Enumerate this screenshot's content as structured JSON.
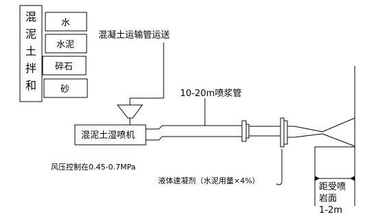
{
  "mixer": {
    "label_chars": [
      "混",
      "泥",
      "土",
      "拌",
      "和"
    ],
    "materials": [
      "水",
      "水泥",
      "碎石",
      "砂"
    ]
  },
  "labels": {
    "conveyance": "混凝土运输管运送",
    "hose": "10-20m喷浆管",
    "machine": "混泥土湿喷机",
    "air_pressure": "风压控制在0.45-0.7MPa",
    "accelerator": "液体速凝剂（水泥用量×4%）",
    "distance_line1": "距受喷",
    "distance_line2": "岩面",
    "distance_line3": "1-2m"
  }
}
